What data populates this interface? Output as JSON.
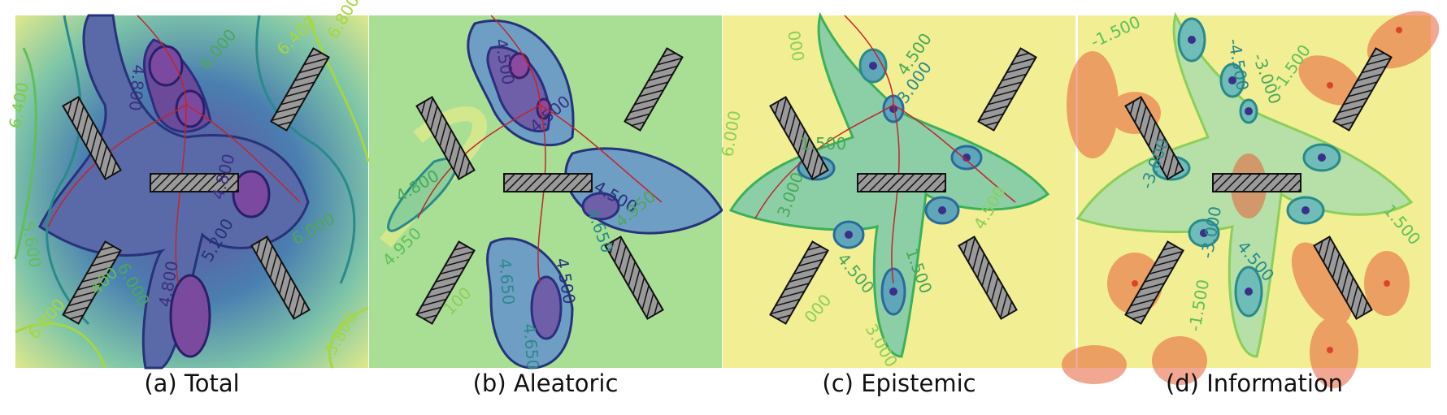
{
  "figure": {
    "panels": [
      {
        "id": "total",
        "caption": "(a) Total",
        "background": "#3f4f9a",
        "contour_labels": [
          "6.400",
          "6.000",
          "6.400",
          "6.800",
          "4.800",
          "4.800",
          "5.200",
          "6.000",
          "5.600",
          "6.800",
          "6.000",
          "400",
          "4.800",
          "5.800"
        ]
      },
      {
        "id": "aleatoric",
        "caption": "(b) Aleatoric",
        "background": "#8fd68a",
        "contour_labels": [
          "4.500",
          "4.500",
          "4.800",
          "4.950",
          "4.500",
          "4.950",
          "4.650",
          "4.500",
          "4.650",
          "100",
          "4.650"
        ]
      },
      {
        "id": "epistemic",
        "caption": "(c) Epistemic",
        "background": "#f1ec8a",
        "contour_labels": [
          "000",
          "4.500",
          "6.000",
          "3.000",
          "1.500",
          "3.000",
          "4.500",
          "1.500",
          "3.000",
          "4.500",
          "000"
        ]
      },
      {
        "id": "information",
        "caption": "(d) Information",
        "background": "#f2ec90",
        "contour_labels": [
          "-1.500",
          "-4.500",
          "-3.000",
          "-1.500",
          "-3.000",
          "1.500",
          "-3.000",
          "-1.500",
          "4.500"
        ]
      }
    ],
    "colors": {
      "contour_low": "#3b2f8a",
      "contour_mid": "#2a8a8a",
      "contour_high": "#7acc4a",
      "trajectory": "#c0262c",
      "obstacle_fill": "#9a9a9a",
      "obstacle_stroke": "#111111",
      "info_blob": "#e8603a"
    }
  }
}
